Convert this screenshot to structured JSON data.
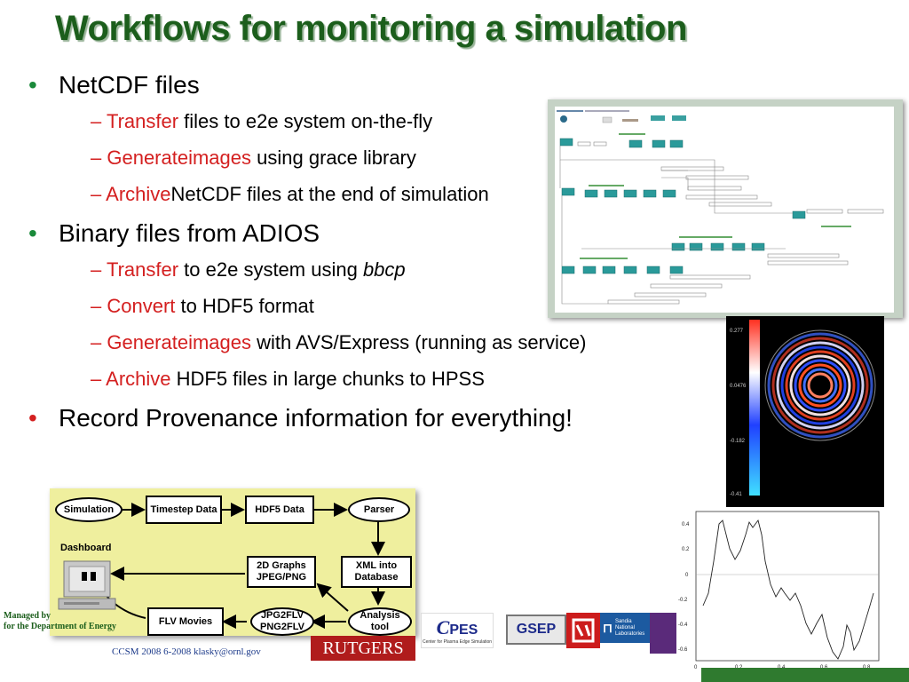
{
  "slide": {
    "title": "Workflows for monitoring a simulation",
    "bullets": [
      {
        "text": "NetCDF files",
        "sub": [
          {
            "hl": "Transfer",
            "rest": " files to e2e system on-the-fly"
          },
          {
            "hl": "Generateimages",
            "rest": " using grace library"
          },
          {
            "hl": "Archive",
            "rest": "NetCDF files at the end of simulation"
          }
        ]
      },
      {
        "text": "Binary files from ADIOS",
        "sub": [
          {
            "hl": "Transfer",
            "rest": " to e2e system using ",
            "italic": "bbcp"
          },
          {
            "hl": "Convert",
            "rest": " to HDF5 format"
          },
          {
            "hl": "Generateimages",
            "rest": " with AVS/Express (running as service)"
          },
          {
            "hl": "Archive",
            "rest": " HDF5 files in large chunks to HPSS"
          }
        ]
      },
      {
        "text": "Record Provenance information for everything!"
      }
    ]
  },
  "flow": {
    "simulation": "Simulation",
    "timestep": "Timestep Data",
    "hdf5": "HDF5 Data",
    "parser": "Parser",
    "dashboard": "Dashboard",
    "graphs_1": "2D Graphs",
    "graphs_2": "JPEG/PNG",
    "xml_1": "XML into",
    "xml_2": "Database",
    "flv": "FLV Movies",
    "jpg2flv_1": "JPG2FLV",
    "jpg2flv_2": "PNG2FLV",
    "analysis_1": "Analysis",
    "analysis_2": "tool"
  },
  "rings_plot": {
    "ticks": [
      "0.277",
      "0.0476",
      "-0.182",
      "-0.41"
    ]
  },
  "curve_plot": {
    "y_ticks": [
      "0.4",
      "0.2",
      "0",
      "-0.2",
      "-0.4",
      "-0.6"
    ],
    "x_ticks": [
      "0",
      "0.2",
      "0.4",
      "0.6",
      "0.8"
    ]
  },
  "footer": {
    "managed_1": "Managed by",
    "managed_2": "for the Department of Energy",
    "credit": "CCSM 2008 6-2008 klasky@ornl.gov"
  },
  "logos": {
    "cpes": "PES",
    "cpes_sub": "Center for Plasma Edge Simulation",
    "rutgers": "RUTGERS",
    "gsep": "GSEP",
    "sandia_1": "Sandia",
    "sandia_2": "National",
    "sandia_3": "Laboratories"
  }
}
